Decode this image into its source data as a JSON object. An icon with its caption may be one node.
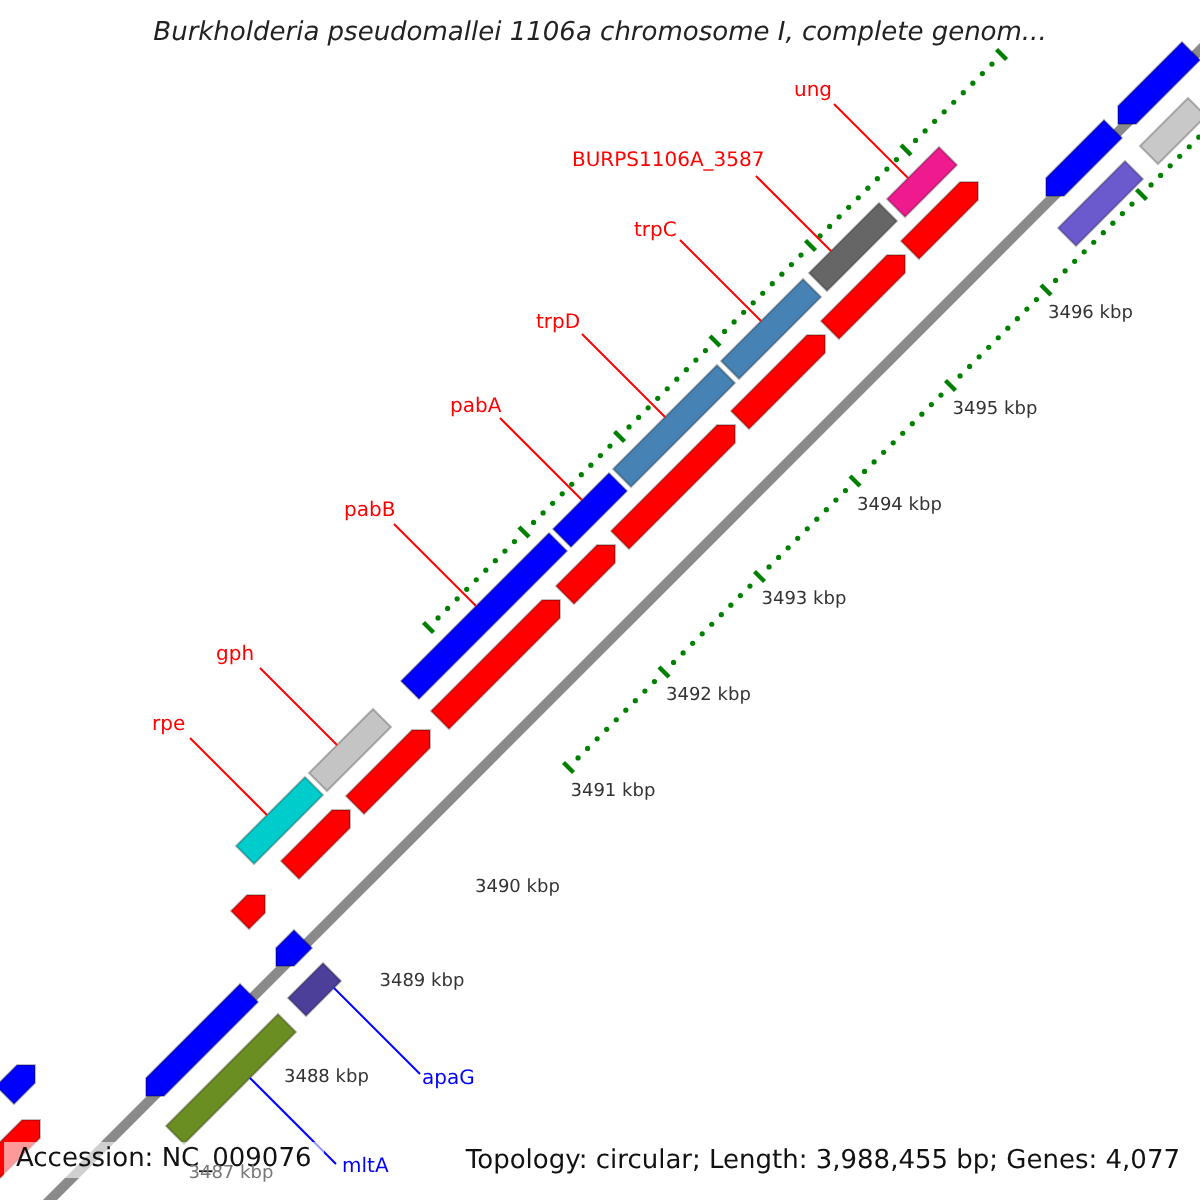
{
  "diagram": {
    "title": "Burkholderia pseudomallei 1106a chromosome I, complete genom...",
    "nodes": [
      {
        "text": [
          "ung"
        ]
      },
      {
        "text": [
          "BURPS1106A_3587"
        ]
      },
      {
        "text": [
          "trpC"
        ]
      },
      {
        "text": [
          "trpD"
        ]
      },
      {
        "text": [
          "pabA"
        ]
      },
      {
        "text": [
          "pabB"
        ]
      },
      {
        "text": [
          "gph"
        ]
      },
      {
        "text": [
          "rpe"
        ]
      },
      {
        "text": [
          "apaG"
        ]
      },
      {
        "text": [
          "mltA"
        ]
      },
      {
        "text": [],
        "shape": "bar"
      },
      {
        "text": [],
        "shape": "bar"
      },
      {
        "text": [],
        "shape": "bar"
      },
      {
        "text": [],
        "shape": "bar"
      },
      {
        "text": [],
        "shape": "bar"
      },
      {
        "text": [],
        "shape": "bar"
      },
      {
        "text": [],
        "shape": "bar"
      },
      {
        "text": [],
        "shape": "bar"
      },
      {
        "text": [],
        "shape": "bar"
      },
      {
        "text": [],
        "shape": "bar"
      },
      {
        "text": [],
        "shape": "bar"
      },
      {
        "text": [],
        "shape": "bar"
      },
      {
        "text": [],
        "shape": "bar"
      },
      {
        "text": [],
        "shape": "bar"
      },
      {
        "text": [],
        "shape": "bar"
      },
      {
        "text": [],
        "shape": "bar"
      },
      {
        "text": [],
        "shape": "bar"
      },
      {
        "text": [],
        "shape": "bar"
      },
      {
        "text": [],
        "shape": "bar"
      },
      {
        "text": [],
        "shape": "bar"
      },
      {
        "text": [],
        "shape": "bar"
      },
      {
        "text": [],
        "shape": "bar"
      },
      {
        "text": [],
        "shape": "bar"
      },
      {
        "text": [],
        "shape": "bar"
      },
      {
        "text": [],
        "shape": "bar"
      },
      {
        "text": [],
        "shape": "bar"
      },
      {
        "text": [],
        "shape": "bar"
      }
    ],
    "edges": [
      {
        "from": 0,
        "to": 10,
        "arrow": "none"
      },
      {
        "from": 1,
        "to": 11,
        "arrow": "none"
      },
      {
        "from": 2,
        "to": 12,
        "arrow": "none"
      },
      {
        "from": 3,
        "to": 13,
        "arrow": "none"
      },
      {
        "from": 4,
        "to": 14,
        "arrow": "none"
      },
      {
        "from": 5,
        "to": 15,
        "arrow": "none"
      },
      {
        "from": 6,
        "to": 16,
        "arrow": "none"
      },
      {
        "from": 7,
        "to": 17,
        "arrow": "none"
      },
      {
        "from": 8,
        "to": 18,
        "arrow": "none",
        "color": "#0000ff"
      },
      {
        "from": 9,
        "to": 19,
        "arrow": "none",
        "color": "#0000ff"
      }
    ],
    "labels": [
      "3496 kbp",
      "3495 kbp",
      "3494 kbp",
      "3493 kbp",
      "3492 kbp",
      "3491 kbp",
      "3490 kbp",
      "3489 kbp",
      "3488 kbp",
      "3487 kbp",
      "Accession: NC_009076",
      "Topology: circular; Length: 3,988,455 bp; Genes: 4,077"
    ]
  }
}
